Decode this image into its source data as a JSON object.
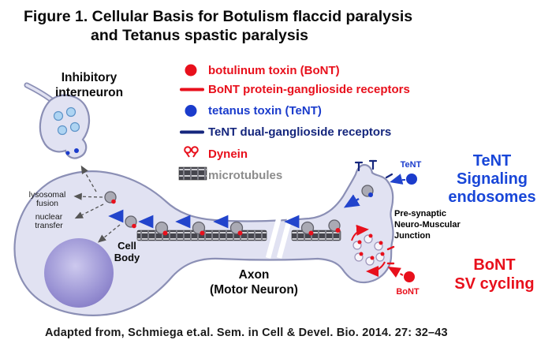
{
  "figure": {
    "title_line1": "Figure 1. Cellular Basis for Botulism flaccid paralysis",
    "title_line2": "and Tetanus spastic paralysis",
    "attribution": "Adapted from, Schmiega et.al. Sem. in Cell & Devel. Bio. 2014. 27: 32–43"
  },
  "legend": {
    "items": [
      {
        "icon": "botulinum-toxin-dot",
        "label": "botulinum toxin (BoNT)",
        "color": "#e8101c"
      },
      {
        "icon": "bont-receptor-line",
        "label": "BoNT protein-ganglioside receptors",
        "color": "#e8101c"
      },
      {
        "icon": "tetanus-toxin-dot",
        "label": "tetanus toxin (TeNT)",
        "color": "#1b3ccc"
      },
      {
        "icon": "tent-receptor-line",
        "label": "TeNT dual-ganglioside receptors",
        "color": "#15267d"
      },
      {
        "icon": "dynein-glyph",
        "label": "Dynein",
        "color": "#e8101c"
      },
      {
        "icon": "microtubules-glyph",
        "label": "microtubules",
        "color": "#8c8c8c"
      }
    ]
  },
  "diagram_labels": {
    "inhibitory_line1": "Inhibitory",
    "inhibitory_line2": "interneuron",
    "lysosomal_line1": "lysosomal",
    "lysosomal_line2": "fusion",
    "nuclear_line1": "nuclear",
    "nuclear_line2": "transfer",
    "cell_body_line1": "Cell",
    "cell_body_line2": "Body",
    "axon_line1": "Axon",
    "axon_line2": "(Motor Neuron)",
    "tent_tag": "TeNT",
    "bont_tag": "BoNT",
    "tent_signaling_line1": "TeNT",
    "tent_signaling_line2": "Signaling",
    "tent_signaling_line3": "endosomes",
    "nmj_line1": "Pre-synaptic",
    "nmj_line2": "Neuro-Muscular",
    "nmj_line3": "Junction",
    "bont_sv_line1": "BoNT",
    "bont_sv_line2": "SV cycling"
  },
  "colors": {
    "red": "#e8101c",
    "blue": "#1b3ccc",
    "dark_blue": "#15267d",
    "gray_text": "#8c8c8c",
    "neuron_fill": "#e1e2f2",
    "neuron_stroke": "#8b8fb5",
    "nucleus": "#9a93d4",
    "microtubule_track": "#46464e"
  }
}
